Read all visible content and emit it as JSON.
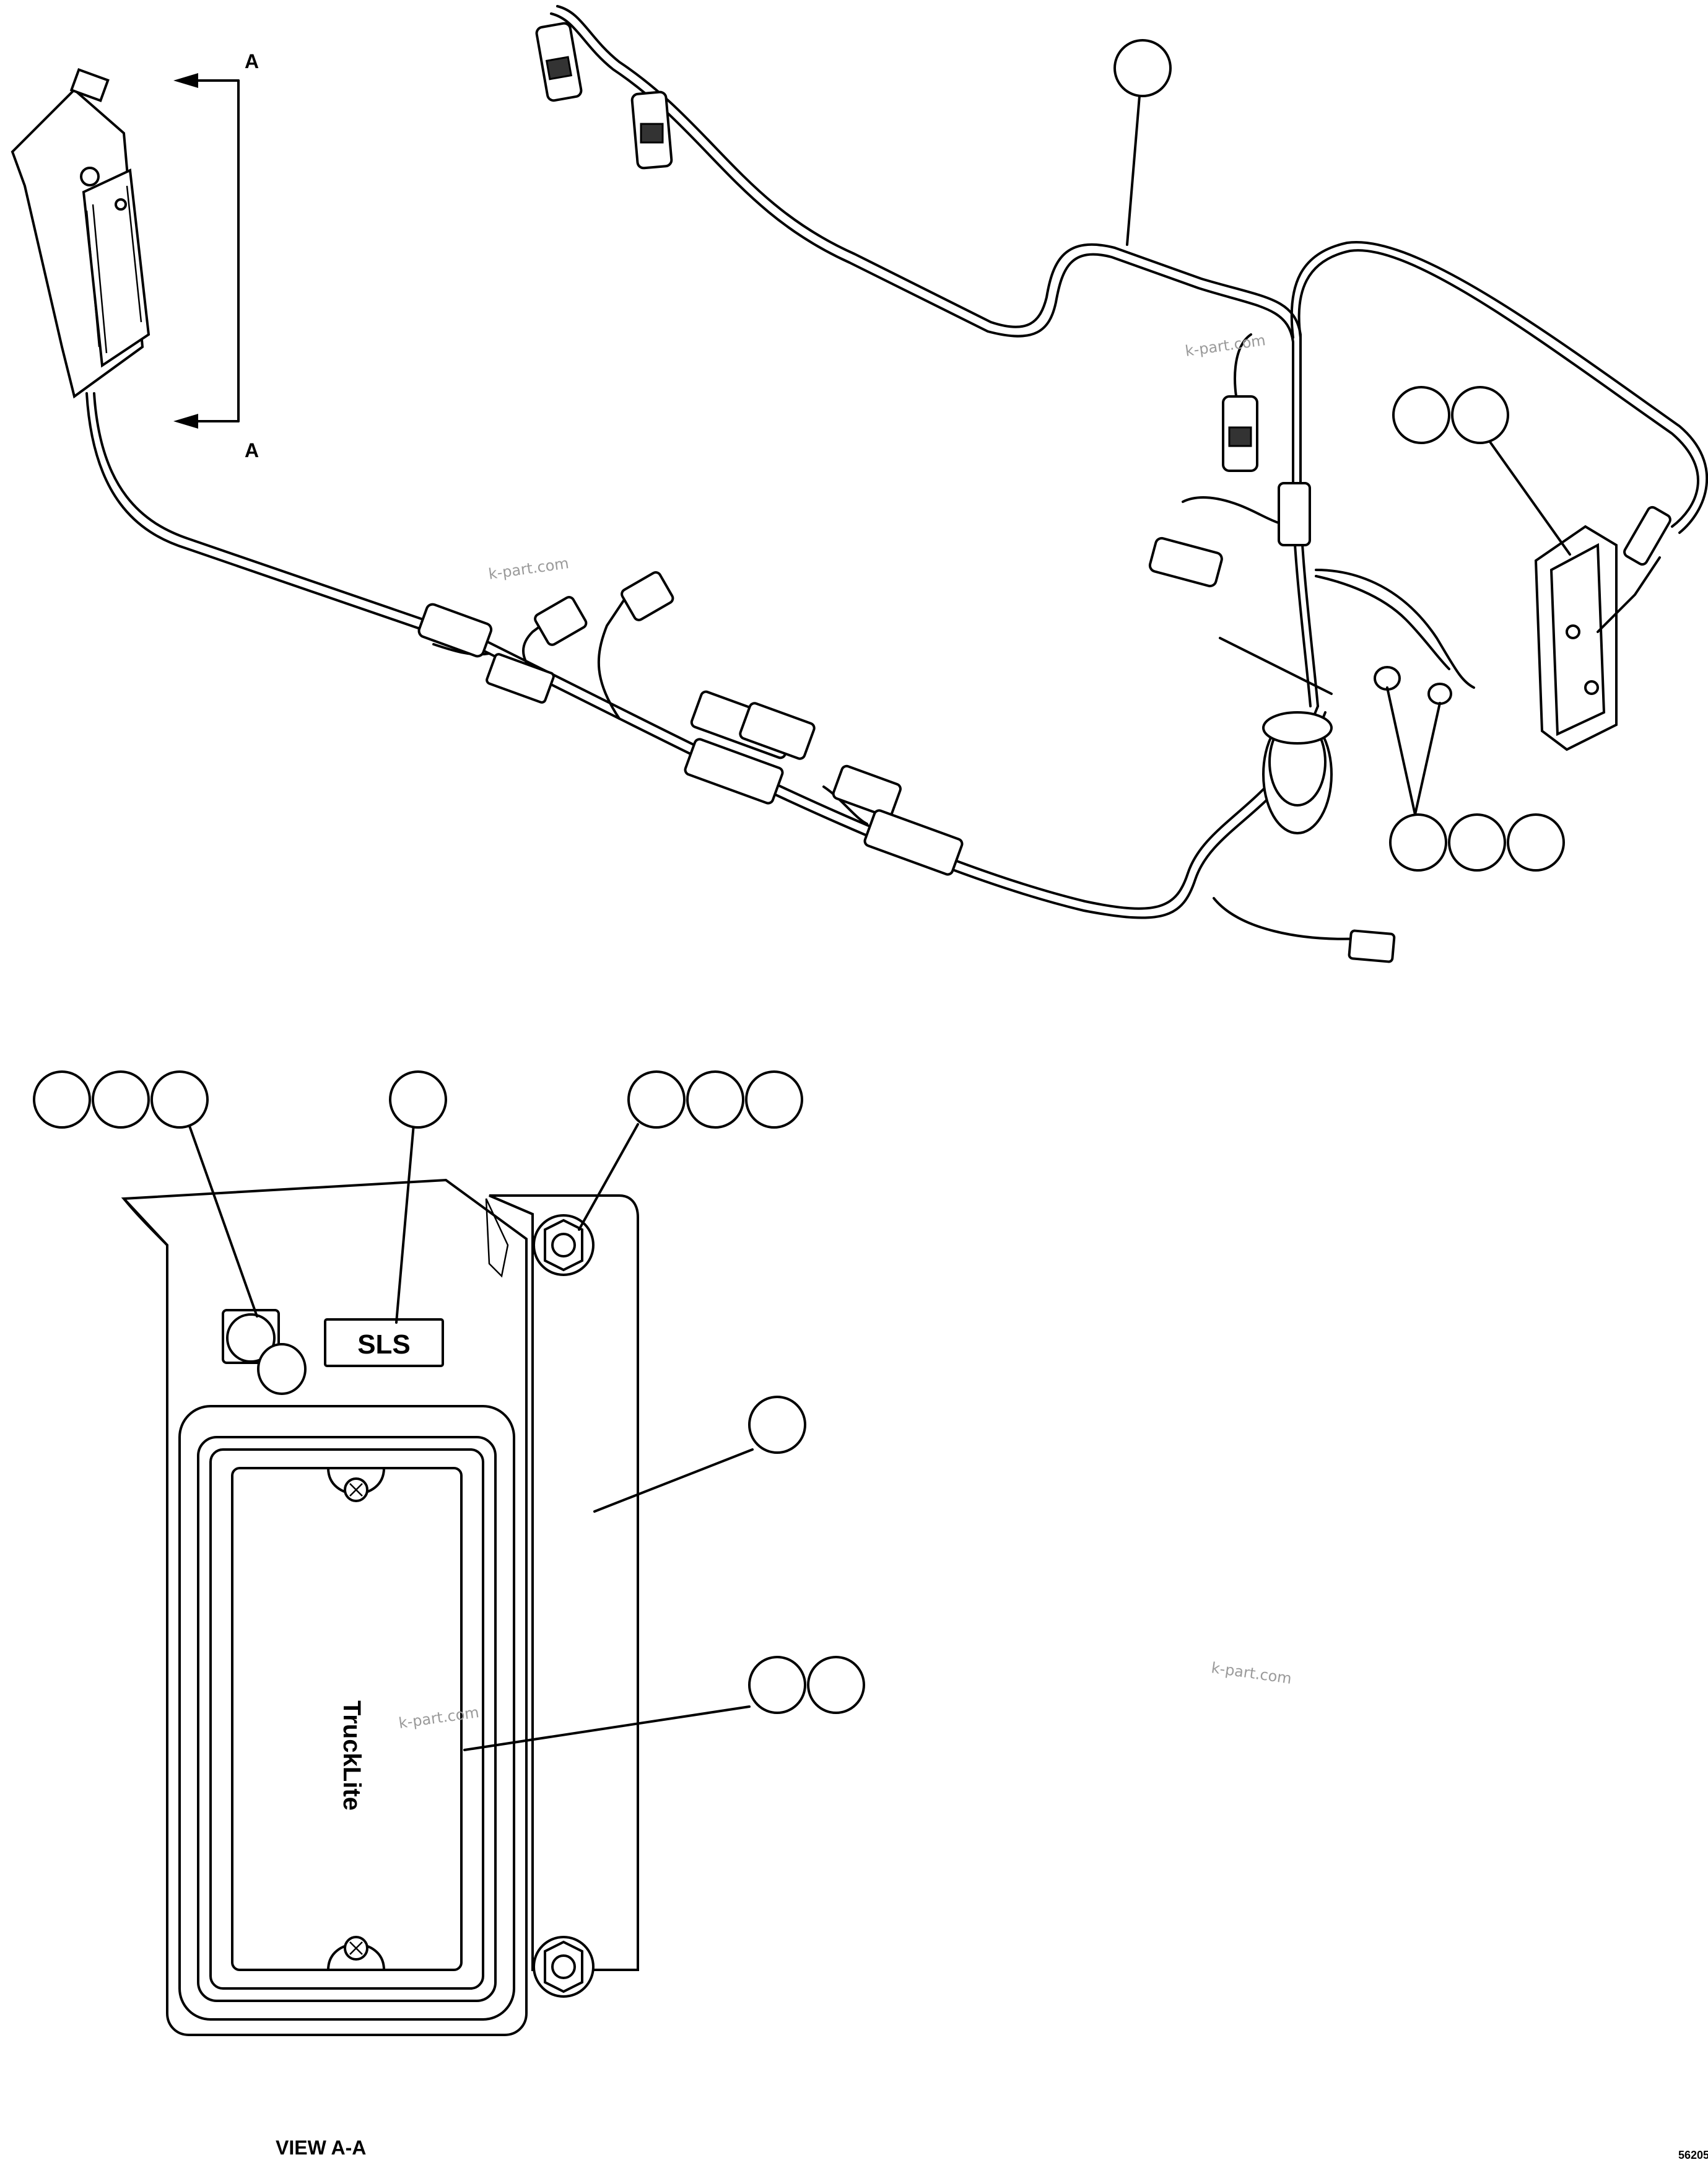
{
  "section_marker_top": "A",
  "section_marker_bottom": "A",
  "panel_label": "SLS",
  "logo_text": "TruckLite",
  "watermark_1": "k-part.com",
  "watermark_2": "k-part.com",
  "watermark_3": "k-part.com",
  "watermark_4": "k-part.com",
  "view_title": "VIEW A-A",
  "drawing_number": "56205",
  "callout_bubbles": [
    {
      "id": "harness-main"
    },
    {
      "id": "rear-lamp-a"
    },
    {
      "id": "rear-lamp-b"
    },
    {
      "id": "grommet-a"
    },
    {
      "id": "grommet-b"
    },
    {
      "id": "grommet-c"
    },
    {
      "id": "switch-a"
    },
    {
      "id": "switch-b"
    },
    {
      "id": "switch-c"
    },
    {
      "id": "decal"
    },
    {
      "id": "nut-a"
    },
    {
      "id": "nut-b"
    },
    {
      "id": "nut-c"
    },
    {
      "id": "bracket"
    },
    {
      "id": "lamp-a"
    },
    {
      "id": "lamp-b"
    }
  ]
}
